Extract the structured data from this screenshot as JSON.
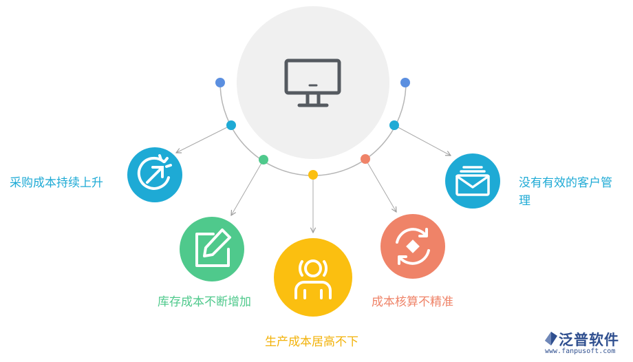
{
  "center": {
    "icon": "monitor-icon"
  },
  "items": [
    {
      "id": "purchase",
      "label": "采购成本持续上升",
      "icon": "gauge-arrow-icon",
      "color": "#1eaad5"
    },
    {
      "id": "inventory",
      "label": "库存成本不断增加",
      "icon": "edit-icon",
      "color": "#4fc98c"
    },
    {
      "id": "production",
      "label": "生产成本居高不下",
      "icon": "person-icon",
      "color": "#fbbf10"
    },
    {
      "id": "accounting",
      "label": "成本核算不精准",
      "icon": "refresh-icon",
      "color": "#ef8368"
    },
    {
      "id": "customer",
      "label": "没有有效的客户管理",
      "icon": "mail-icon",
      "color": "#1eaad5"
    }
  ],
  "logo": {
    "title": "泛普软件",
    "url": "www.fanpusoft.com"
  }
}
